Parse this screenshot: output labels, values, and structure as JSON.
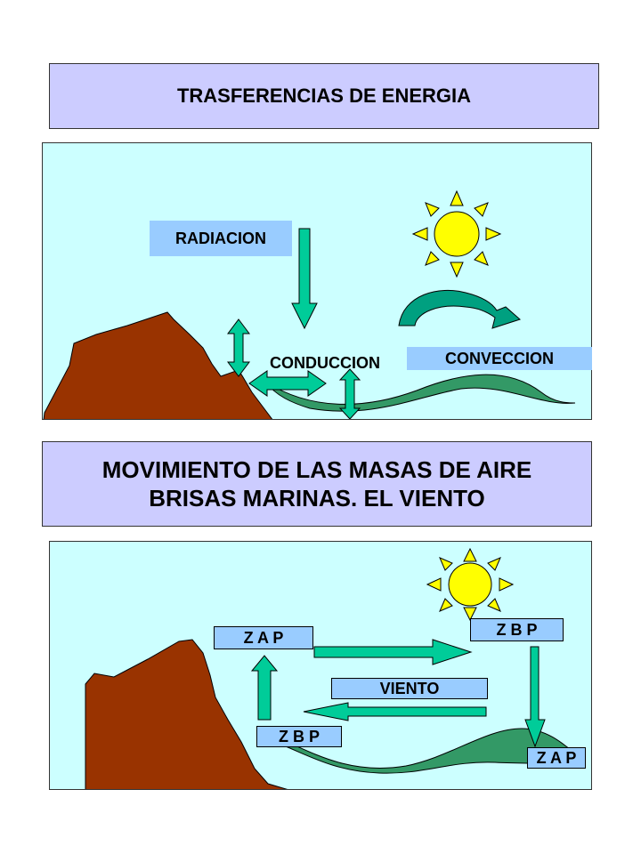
{
  "title_top": "TRASFERENCIAS DE ENERGIA",
  "panel_energy": {
    "radiacion": "RADIACION",
    "conduccion": "CONDUCCION",
    "conveccion": "CONVECCION"
  },
  "title_bottom": {
    "line1": "MOVIMIENTO DE LAS MASAS DE AIRE",
    "line2": "BRISAS MARINAS. EL VIENTO"
  },
  "panel_wind": {
    "zap_top": "Z A P",
    "zbp_top": "Z B P",
    "viento": "VIENTO",
    "zbp_bottom": "Z B P",
    "zap_bottom": "Z A P"
  },
  "colors": {
    "title_bg": "#ccccff",
    "panel_bg": "#ccffff",
    "label_bg": "#99ccff",
    "mountain": "#993300",
    "arrow": "#00cc99",
    "wave": "#339966",
    "sun": "#ffff00"
  },
  "icons": [
    "sun-icon",
    "mountain-icon",
    "sea-wave-icon",
    "arrow-icon"
  ]
}
